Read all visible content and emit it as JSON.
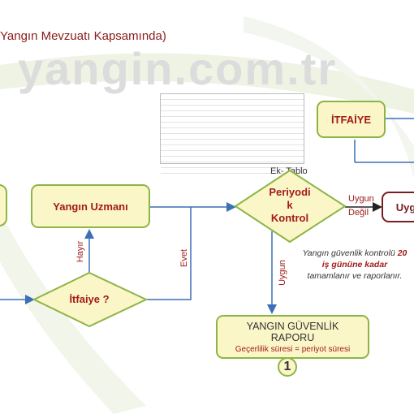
{
  "title": "Yangın Mevzuatı Kapsamında)",
  "watermark": "yangin.com.tr",
  "nodes": {
    "yangin_uzmani": "Yangın Uzmanı",
    "itfaiye_top": "İTFAİYE",
    "itfaiye_decision": "İtfaiye ?",
    "periyodik_line1": "Periyodi",
    "periyodik_line2": "k",
    "periyodik_line3": "Kontrol",
    "rapor_line1": "YANGIN GÜVENLİK",
    "rapor_line2": "RAPORU",
    "rapor_sub": "Geçerlilik süresi = periyot süresi",
    "uygun_box": "Uyg"
  },
  "edge_labels": {
    "hayir": "Hayır",
    "evet": "Evet",
    "uygun_down": "Uygun",
    "uygun_right": "Uygun",
    "degil": "Değil"
  },
  "ek_tablo": "Ek- Tablo",
  "note": {
    "prefix": "Yangın güvenlik kontrolü ",
    "bold": "20 iş gününe kadar",
    "suffix": " tamamlanır ve raporlanır."
  },
  "step_number": "1",
  "colors": {
    "box_fill": "#fbf6c8",
    "box_border": "#8db545",
    "text_red": "#a11b1b",
    "arrow": "#3b6fb6"
  }
}
